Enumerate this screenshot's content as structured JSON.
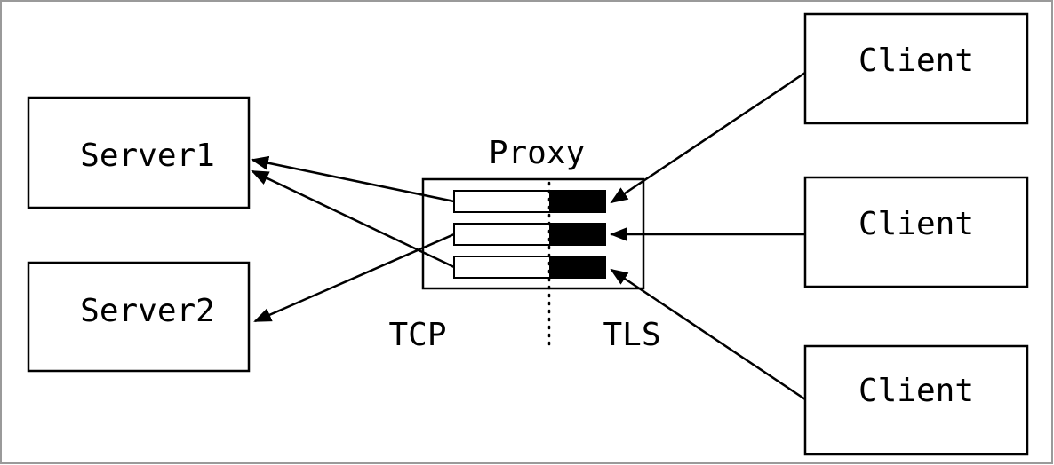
{
  "nodes": {
    "server1": "Server1",
    "server2": "Server2",
    "proxy": "Proxy",
    "client_top": "Client",
    "client_middle": "Client",
    "client_bottom": "Client"
  },
  "zones": {
    "left": "TCP",
    "right": "TLS"
  },
  "edges": [
    {
      "from": "client_top",
      "to": "proxy-connection-1"
    },
    {
      "from": "client_middle",
      "to": "proxy-connection-2"
    },
    {
      "from": "client_bottom",
      "to": "proxy-connection-3"
    },
    {
      "from": "proxy-connection-1",
      "to": "server1"
    },
    {
      "from": "proxy-connection-3",
      "to": "server1"
    },
    {
      "from": "proxy-connection-2",
      "to": "server2"
    }
  ]
}
